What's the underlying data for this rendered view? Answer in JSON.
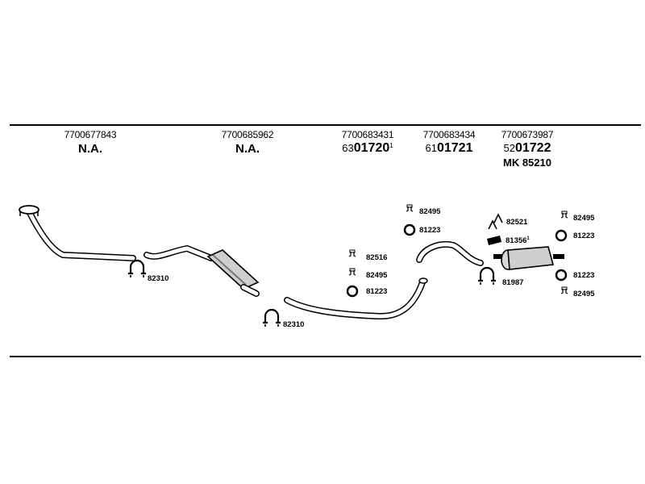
{
  "columns": [
    {
      "oe": "7700677843",
      "main": "N.A."
    },
    {
      "oe": "7700685962",
      "main": "N.A."
    },
    {
      "oe": "7700683431",
      "prefix": "63",
      "part": "01720",
      "sup": "1"
    },
    {
      "oe": "7700683434",
      "prefix": "61",
      "part": "01721"
    },
    {
      "oe": "7700673987",
      "prefix": "52",
      "part": "01722",
      "extra": "MK  85210"
    }
  ],
  "labels": {
    "clamp_front": "82310",
    "clamp_mid": "82310",
    "mid_82516": "82516",
    "mid_82495": "82495",
    "mid_81223": "81223",
    "up_82495": "82495",
    "up_81223": "81223",
    "r_82521": "82521",
    "r_81356": "81356",
    "r_81356_sup": "1",
    "r_81987": "81987",
    "far_82495_top": "82495",
    "far_81223_top": "81223",
    "far_81223_bot": "81223",
    "far_82495_bot": "82495"
  }
}
